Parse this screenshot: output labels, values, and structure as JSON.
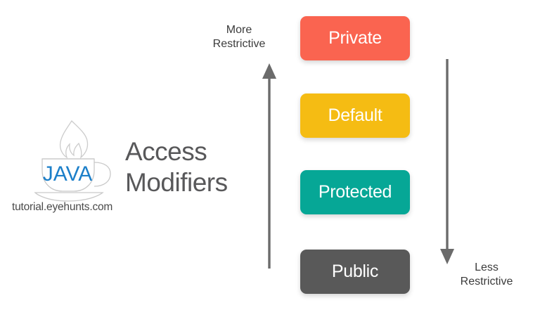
{
  "brand": {
    "title_line1": "Access",
    "title_line2": "Modifiers",
    "caption": "tutorial.eyehunts.com",
    "logo_text": "JAVA",
    "logo_text_color": "#1c7fc9",
    "logo_outline_color": "#c9c9c9",
    "title_color": "#58585a"
  },
  "axes": {
    "up": {
      "caption_line1": "More",
      "caption_line2": "Restrictive",
      "direction": "up",
      "color": "#6b6b6b"
    },
    "down": {
      "caption_line1": "Less",
      "caption_line2": "Restrictive",
      "direction": "down",
      "color": "#6b6b6b"
    }
  },
  "modifiers": [
    {
      "label": "Private",
      "color": "#fa6450"
    },
    {
      "label": "Default",
      "color": "#f5bc13"
    },
    {
      "label": "Protected",
      "color": "#06a796"
    },
    {
      "label": "Public",
      "color": "#595959"
    }
  ]
}
